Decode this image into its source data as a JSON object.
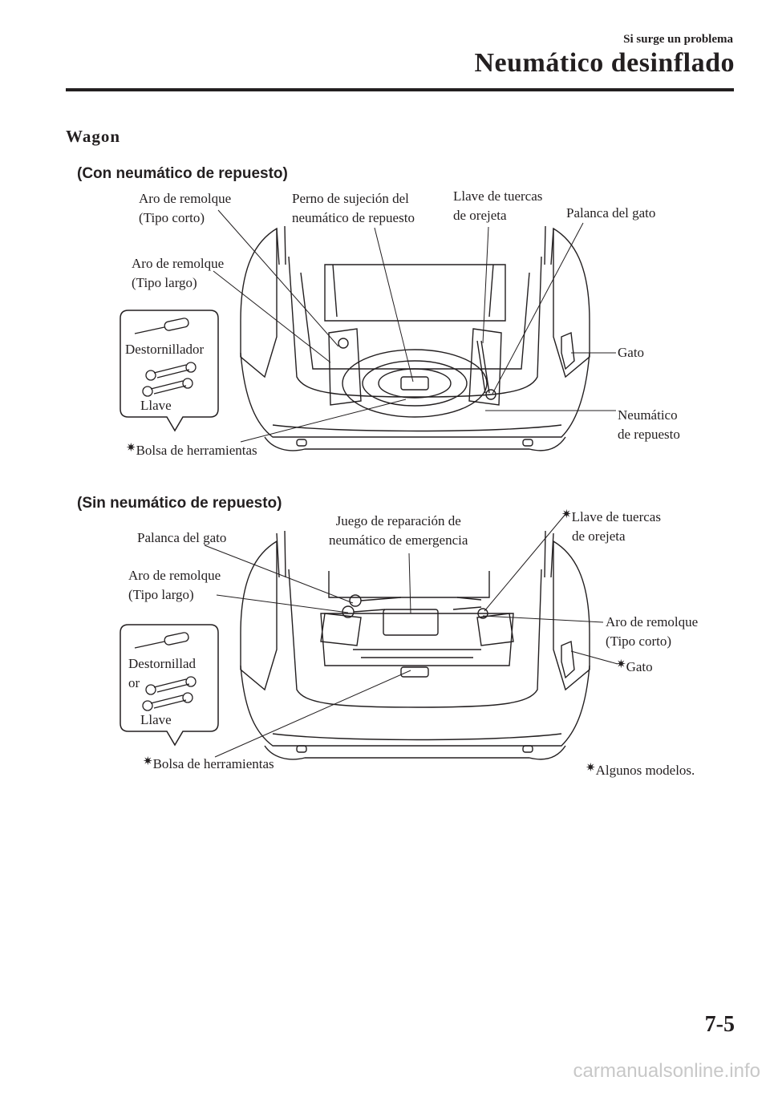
{
  "header": {
    "section": "Si surge un problema",
    "chapter_title": "Neumático desinflado"
  },
  "subsection_title": "Wagon",
  "diagram_with_spare": {
    "caption": "(Con neumático de repuesto)",
    "labels": {
      "tow_hook_short": [
        "Aro de remolque",
        "(Tipo corto)"
      ],
      "spare_bolt": [
        "Perno de sujeción del",
        "neumático de repuesto"
      ],
      "lug_wrench": [
        "Llave de tuercas",
        "de orejeta"
      ],
      "jack_lever": "Palanca del gato",
      "tow_hook_long": [
        "Aro de remolque",
        "(Tipo largo)"
      ],
      "jack": "Gato",
      "spare_tire": [
        "Neumático",
        "de repuesto"
      ],
      "tool_bag": "Bolsa de herramientas"
    },
    "callout": {
      "screwdriver": "Destornillador",
      "wrench": "Llave"
    }
  },
  "diagram_without_spare": {
    "caption": "(Sin neumático de repuesto)",
    "labels": {
      "repair_kit": [
        "Juego de reparación de",
        "neumático de emergencia"
      ],
      "lug_wrench": [
        "Llave de tuercas",
        "de orejeta"
      ],
      "jack_lever": "Palanca del gato",
      "tow_hook_long": [
        "Aro de remolque",
        "(Tipo largo)"
      ],
      "tow_hook_short": [
        "Aro de remolque",
        "(Tipo corto)"
      ],
      "jack": "Gato",
      "tool_bag": "Bolsa de herramientas"
    },
    "callout": {
      "screwdriver": [
        "Destornillad",
        "or"
      ],
      "wrench": "Llave"
    },
    "footnote": "Algunos modelos."
  },
  "asterisk": "✷",
  "page_number": "7-5",
  "watermark": "carmanualsonline.info"
}
